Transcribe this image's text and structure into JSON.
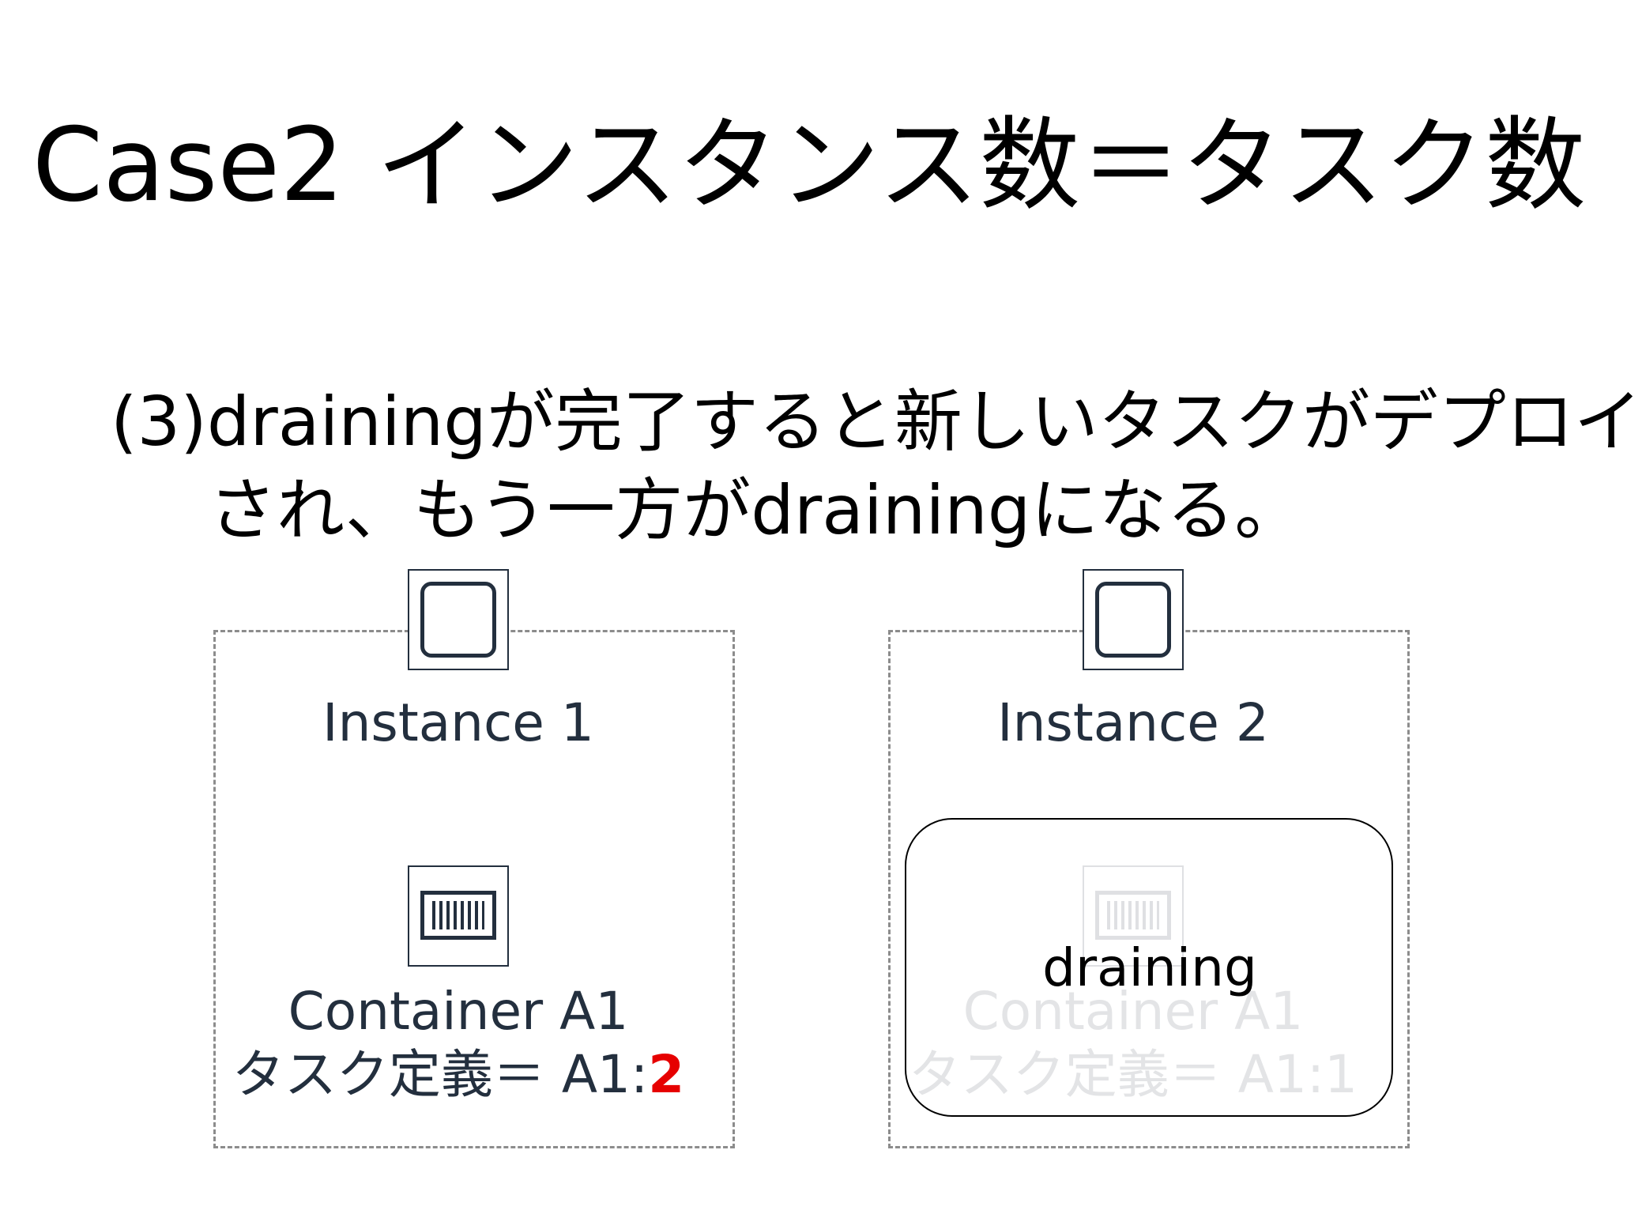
{
  "slide": {
    "title": "Case2 インスタンス数＝タスク数",
    "bullet": {
      "line1": "(3)drainingが完了すると新しいタスクがデプロイ",
      "line2": "され、もう一方がdrainingになる。"
    }
  },
  "instances": [
    {
      "label": "Instance 1",
      "icon": "ec2-instance-icon",
      "container": {
        "icon": "container-icon",
        "name": "Container A1",
        "task_def_prefix": "タスク定義＝ A1:",
        "revision": "2",
        "revision_color": "#e60000",
        "state": "running"
      }
    },
    {
      "label": "Instance 2",
      "icon": "ec2-instance-icon",
      "container": {
        "icon": "container-icon",
        "name": "Container A1",
        "task_def_prefix": "タスク定義＝ A1:",
        "revision": "1",
        "state": "draining",
        "overlay_label": "draining"
      }
    }
  ],
  "colors": {
    "text_dark": "#232f3e",
    "faded_text": "#d4d6d9",
    "highlight_red": "#e60000",
    "dashed_border": "#8c8c8c"
  }
}
